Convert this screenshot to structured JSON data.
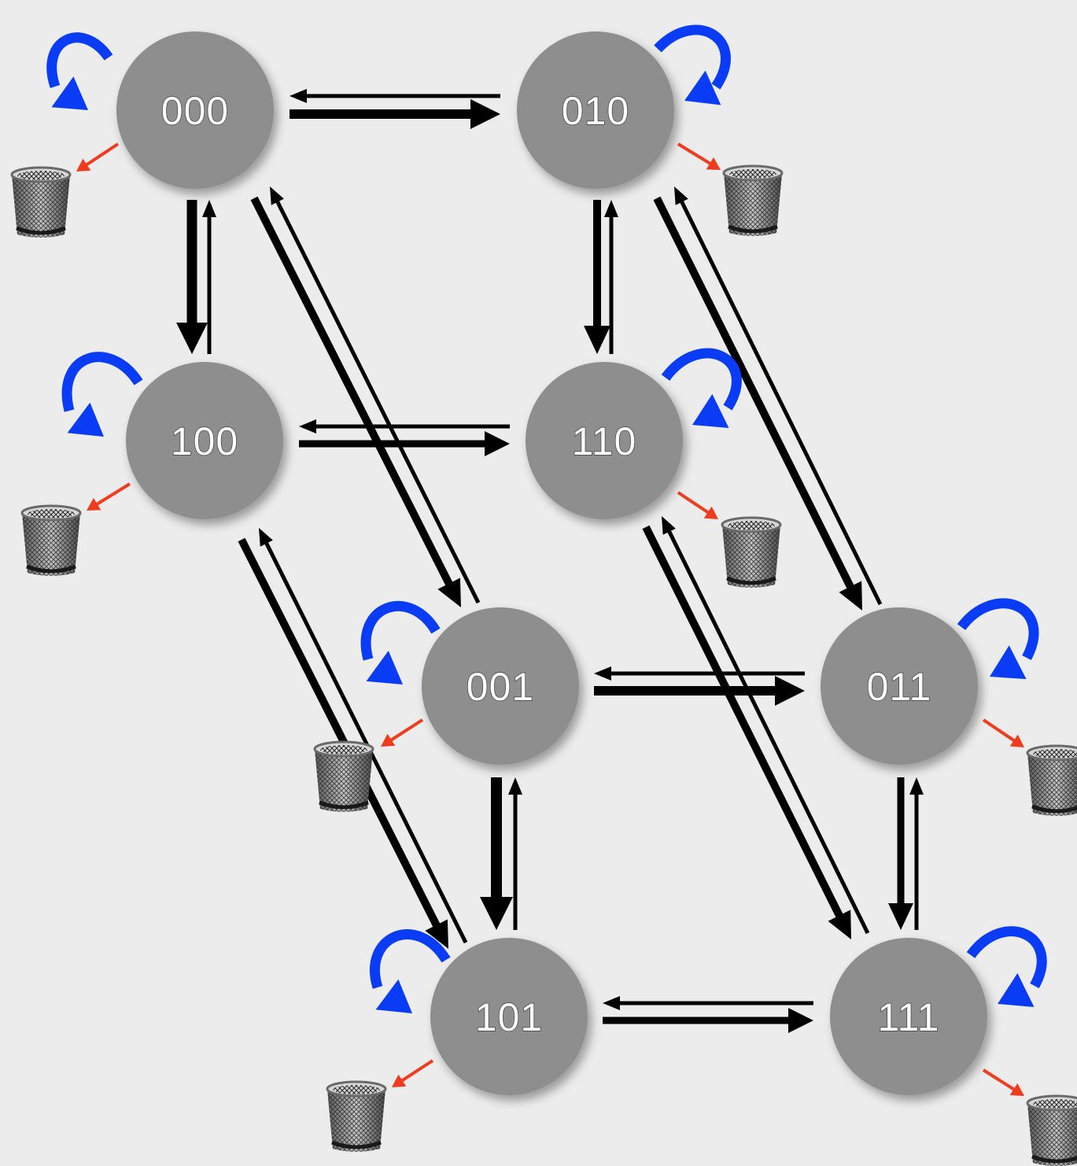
{
  "nodes": [
    {
      "id": "n000",
      "label": "000"
    },
    {
      "id": "n010",
      "label": "010"
    },
    {
      "id": "n100",
      "label": "100"
    },
    {
      "id": "n110",
      "label": "110"
    },
    {
      "id": "n001",
      "label": "001"
    },
    {
      "id": "n011",
      "label": "011"
    },
    {
      "id": "n101",
      "label": "101"
    },
    {
      "id": "n111",
      "label": "111"
    }
  ],
  "transitions": [
    {
      "from": "000",
      "to": "010"
    },
    {
      "from": "010",
      "to": "000"
    },
    {
      "from": "000",
      "to": "100"
    },
    {
      "from": "100",
      "to": "000"
    },
    {
      "from": "000",
      "to": "001"
    },
    {
      "from": "001",
      "to": "000"
    },
    {
      "from": "010",
      "to": "110"
    },
    {
      "from": "110",
      "to": "010"
    },
    {
      "from": "010",
      "to": "011"
    },
    {
      "from": "011",
      "to": "010"
    },
    {
      "from": "100",
      "to": "110"
    },
    {
      "from": "110",
      "to": "100"
    },
    {
      "from": "100",
      "to": "101"
    },
    {
      "from": "101",
      "to": "100"
    },
    {
      "from": "110",
      "to": "111"
    },
    {
      "from": "111",
      "to": "110"
    },
    {
      "from": "001",
      "to": "011"
    },
    {
      "from": "011",
      "to": "001"
    },
    {
      "from": "001",
      "to": "101"
    },
    {
      "from": "101",
      "to": "001"
    },
    {
      "from": "011",
      "to": "111"
    },
    {
      "from": "111",
      "to": "011"
    },
    {
      "from": "101",
      "to": "111"
    },
    {
      "from": "111",
      "to": "101"
    }
  ],
  "colors": {
    "background": "#ececec",
    "node_fill": "#8e8e8e",
    "transition_arrow": "#000000",
    "self_loop": "#0a3cf5",
    "decay_arrow": "#f03c1e"
  },
  "icons": {
    "self_loop": "curved-self-loop-arrow-icon",
    "decay": "trash-can-icon"
  }
}
